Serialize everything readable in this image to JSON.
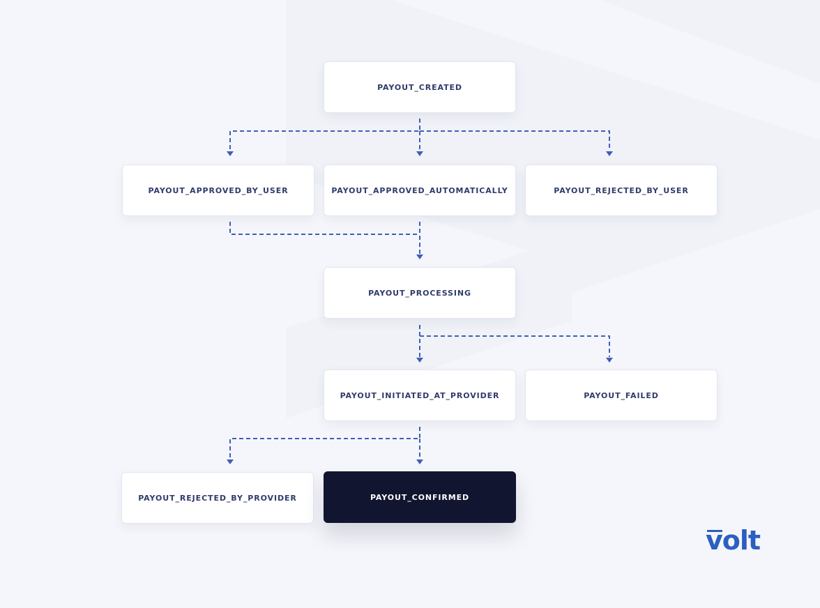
{
  "nodes": {
    "payout_created": "PAYOUT_CREATED",
    "payout_approved_by_user": "PAYOUT_APPROVED_BY_USER",
    "payout_approved_automatically": "PAYOUT_APPROVED_AUTOMATICALLY",
    "payout_rejected_by_user": "PAYOUT_REJECTED_BY_USER",
    "payout_processing": "PAYOUT_PROCESSING",
    "payout_initiated_at_provider": "PAYOUT_INITIATED_AT_PROVIDER",
    "payout_failed": "PAYOUT_FAILED",
    "payout_rejected_by_provider": "PAYOUT_REJECTED_BY_PROVIDER",
    "payout_confirmed": "PAYOUT_CONFIRMED"
  },
  "edges": [
    [
      "payout_created",
      "payout_approved_by_user"
    ],
    [
      "payout_created",
      "payout_approved_automatically"
    ],
    [
      "payout_created",
      "payout_rejected_by_user"
    ],
    [
      "payout_approved_by_user",
      "payout_processing"
    ],
    [
      "payout_approved_automatically",
      "payout_processing"
    ],
    [
      "payout_processing",
      "payout_initiated_at_provider"
    ],
    [
      "payout_processing",
      "payout_failed"
    ],
    [
      "payout_initiated_at_provider",
      "payout_rejected_by_provider"
    ],
    [
      "payout_initiated_at_provider",
      "payout_confirmed"
    ]
  ],
  "logo": {
    "text": "volt"
  },
  "colors": {
    "background": "#f5f6fb",
    "connector": "#3f5fb7",
    "node_text": "#2f3b6b",
    "final_node": "#121530",
    "brand": "#2c5fc0"
  }
}
